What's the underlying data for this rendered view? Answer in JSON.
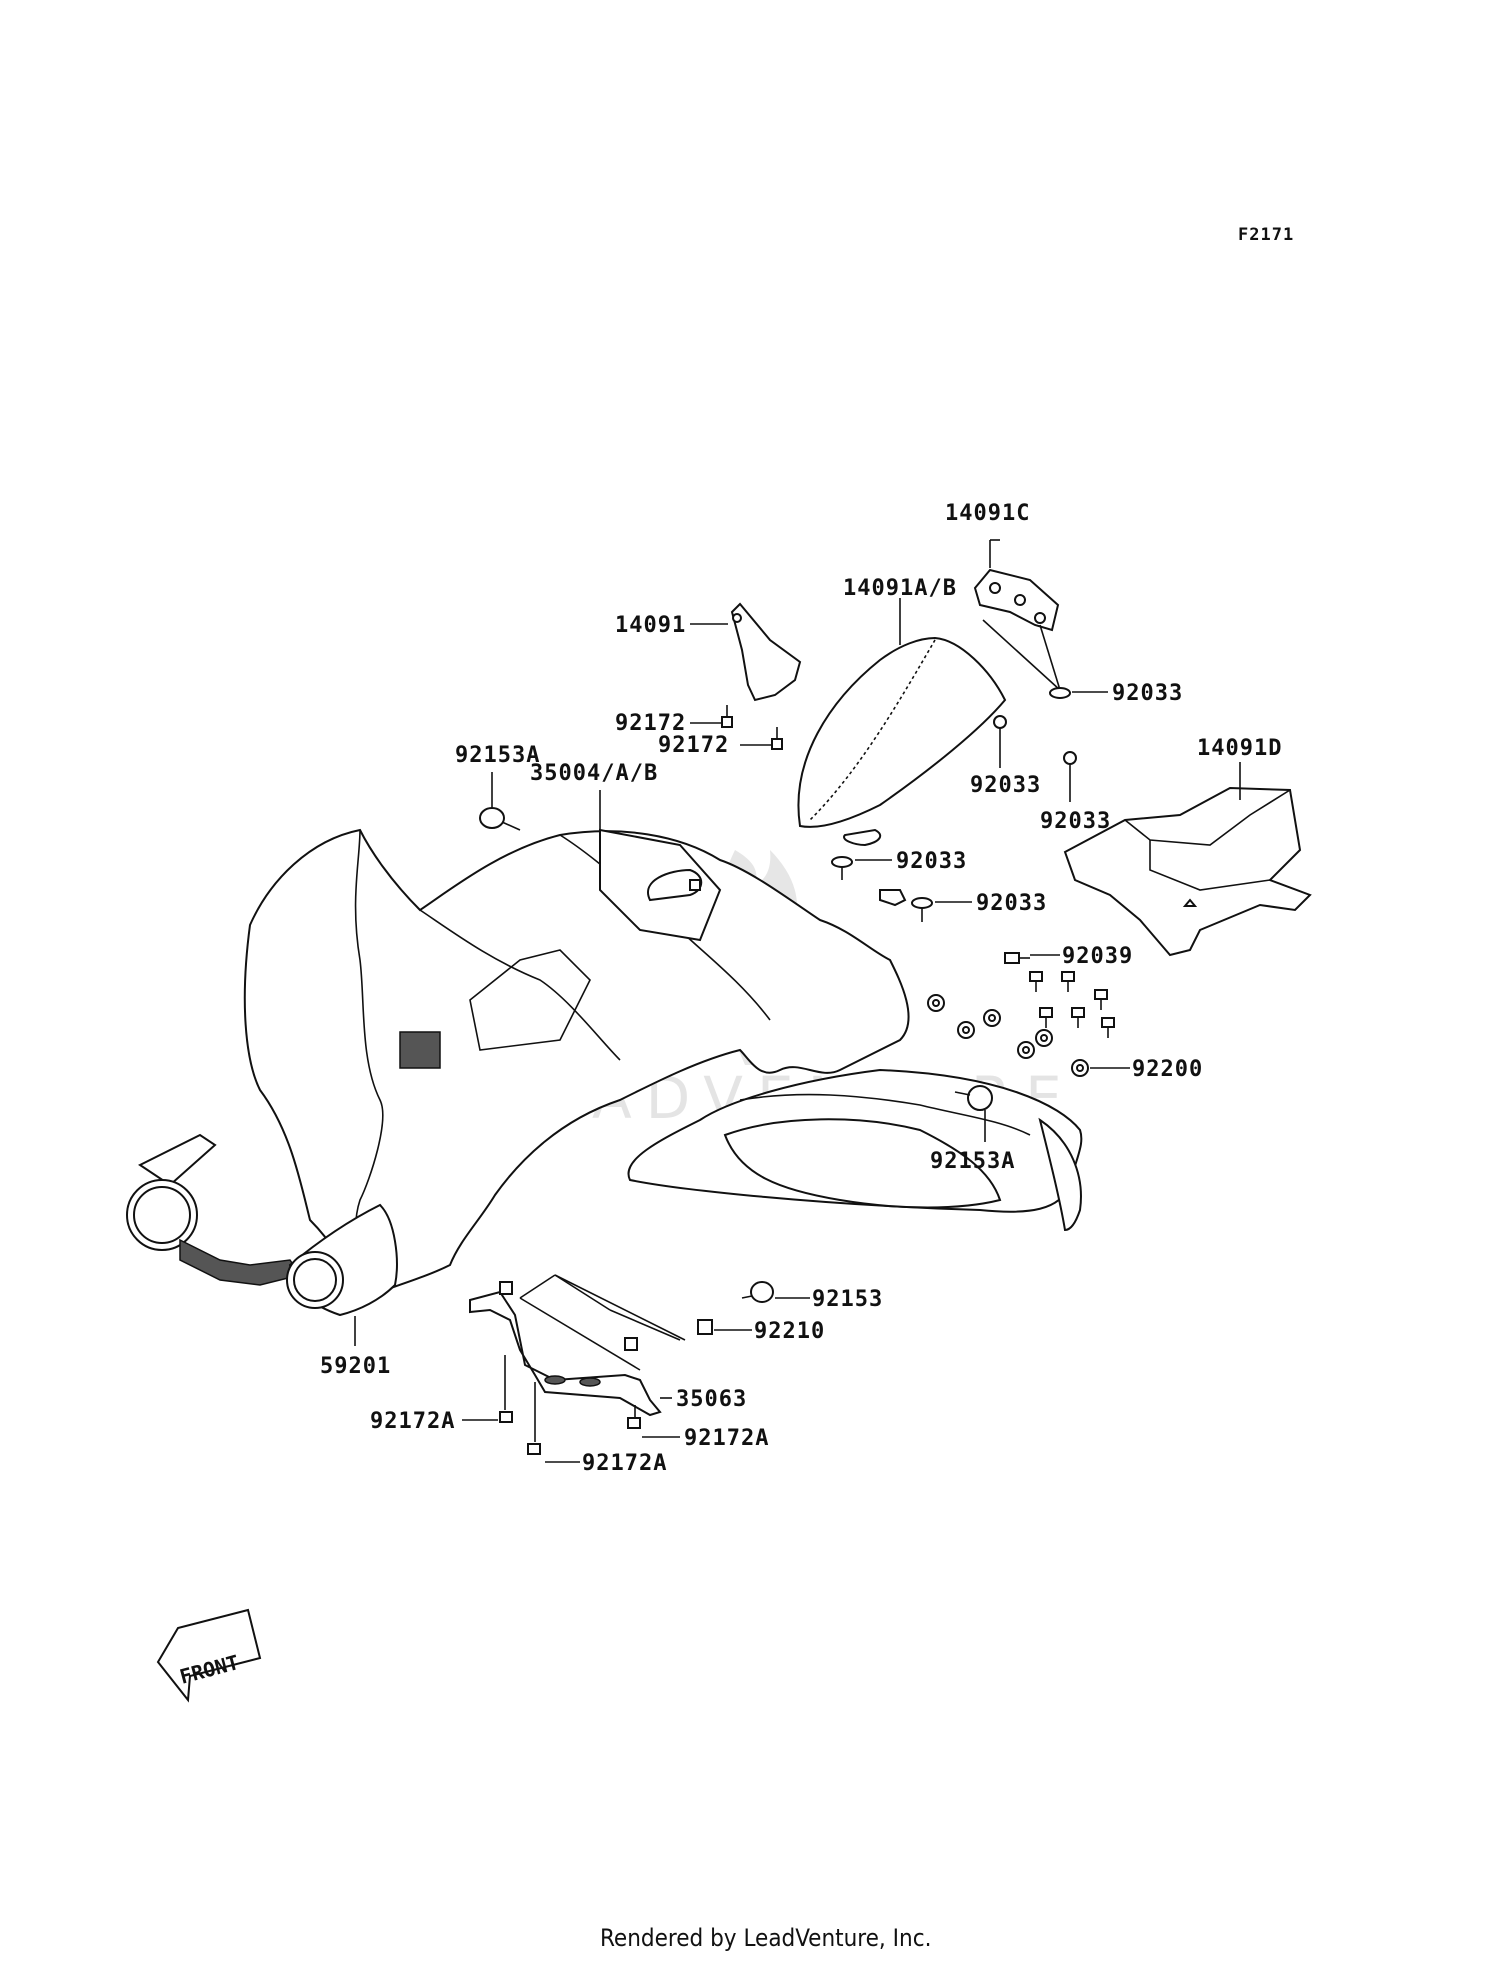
{
  "figure_code": "F2171",
  "watermark": "LEADVENTURE",
  "direction_label": "FRONT",
  "footer": "Rendered by LeadVenture, Inc.",
  "callouts": {
    "c14091C": "14091C",
    "c14091AB": "14091A/B",
    "c14091": "14091",
    "c92033_a": "92033",
    "c92172_a": "92172",
    "c92172_b": "92172",
    "c92033_b": "92033",
    "c92033_c": "92033",
    "c14091D": "14091D",
    "c92153A_a": "92153A",
    "c35004AB": "35004/A/B",
    "c92033_d": "92033",
    "c92033_e": "92033",
    "c92039": "92039",
    "c92200": "92200",
    "c92153A_b": "92153A",
    "c92153": "92153",
    "c92210": "92210",
    "c35063": "35063",
    "c59201": "59201",
    "c92172A_a": "92172A",
    "c92172A_b": "92172A",
    "c92172A_c": "92172A"
  }
}
